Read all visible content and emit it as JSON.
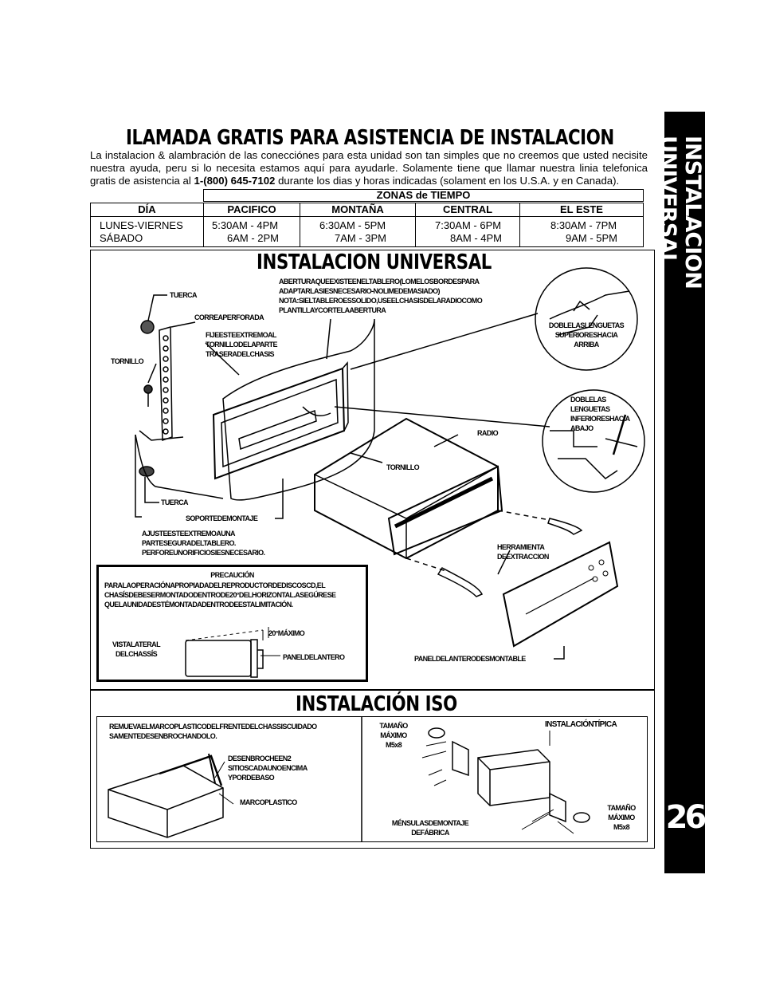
{
  "side_tab": {
    "title": "INSTALACION UNIVERSAL",
    "page_number": "26"
  },
  "header": {
    "title": "ILAMADA GRATIS PARA ASISTENCIA DE INSTALACION",
    "intro_part1": "La instalacion & alambración de las conecciónes para esta unidad son tan simples que no creemos que usted necisite nuestra ayuda, peru si lo necesita estamos aquí para ayudarle. Solamente tiene que llamar nuestra linia telefonica gratis de asistencia al ",
    "phone": "1-(800) 645-7102",
    "intro_part2": " durante los dias y horas indicadas (solament en los U.S.A. y en Canada)."
  },
  "zones_table": {
    "title": "ZONAS de TIEMPO",
    "day_header": "DÍA",
    "days": [
      "LUNES-VIERNES",
      "SÁBADO"
    ],
    "columns": [
      {
        "name": "PACIFICO",
        "weekday": "5:30AM - 4PM",
        "saturday": "6AM - 2PM"
      },
      {
        "name": "MONTAÑA",
        "weekday": "6:30AM - 5PM",
        "saturday": "7AM - 3PM"
      },
      {
        "name": "CENTRAL",
        "weekday": "7:30AM - 6PM",
        "saturday": "8AM - 4PM"
      },
      {
        "name": "EL ESTE",
        "weekday": "8:30AM - 7PM",
        "saturday": "9AM - 5PM"
      }
    ]
  },
  "universal": {
    "title": "INSTALACION UNIVERSAL",
    "labels": {
      "tuerca_top": "TUERCA",
      "correa": "CORREAPERFORADA",
      "tornillo_left": "TORNILLO",
      "fije": [
        "FIJEESTEEXTREMOAL",
        "TORNILLODELAPARTE",
        "TRASERADELCHASIS"
      ],
      "abertura": [
        "ABERTURAQUEEXISTEENELTABLERO(LOMELOSBORDESPARA",
        "ADAPTARLASIESNECESARIO-NOLIMEDEMASIADO)",
        "NOTA:SIELTABLEROESSOLIDO,USEELCHASISDELARADIOCOMO",
        "PLANTILLAYCORTELAABERTURA"
      ],
      "doble_sup": [
        "DOBLELASLENGUETAS",
        "SUPERIORESHACIA",
        "ARRIBA"
      ],
      "doble_inf": [
        "DOBLELAS",
        "LENGUETAS",
        "INFERIORESHACIA",
        "ABAJO"
      ],
      "radio": "RADIO",
      "tornillo_mid": "TORNILLO",
      "tuerca_bottom": "TUERCA",
      "soporte": "SOPORTEDEMONTAJE",
      "ajuste": [
        "AJUSTEESTEEXTREMOAUNA",
        "PARTESEGURADELTABLERO.",
        "PERFOREUNORIFICIOSIESNECESARIO."
      ],
      "herramienta": [
        "HERRAMIENTA",
        "DEEXTRACCION"
      ],
      "panel_desmontable": "PANELDELANTERODESMONTABLE"
    },
    "caution": {
      "title": "PRECAUCIÓN",
      "text": [
        "PARALAOPERACIÓNAPROPIADADELREPRODUCTORDEDISCOSCD,EL",
        "CHASÍSDEBESERMONTADODENTRODE20°DELHORIZONTAL.ASEGÚRESE",
        "QUELAUNIDADESTÉMONTADADENTRODEESTALIMITACIÓN."
      ],
      "max_angle": "20°MÁXIMO",
      "side_view": [
        "VISTALATERAL",
        "DELCHASSÍS"
      ],
      "front_panel": "PANELDELANTERO"
    }
  },
  "iso": {
    "title": "INSTALACIÓN ISO",
    "remove": [
      "REMUEVAELMARCOPLASTICODELFRENTEDELCHASSISCUIDADO",
      "SAMENTEDESENBROCHANDOLO."
    ],
    "unclip": [
      "DESENBROCHEEN2",
      "SITIOSCADAUNOENCIMA",
      "YPORDEBASO"
    ],
    "frame": "MARCOPLASTICO",
    "size_left": [
      "TAMAÑO",
      "MÁXIMO",
      "M5x8"
    ],
    "typical": "INSTALACIÓNTÍPICA",
    "brackets": [
      "MÉNSULASDEMONTAJE",
      "DEFÁBRICA"
    ],
    "size_right": [
      "TAMAÑO",
      "MÁXIMO",
      "M5x8"
    ]
  }
}
